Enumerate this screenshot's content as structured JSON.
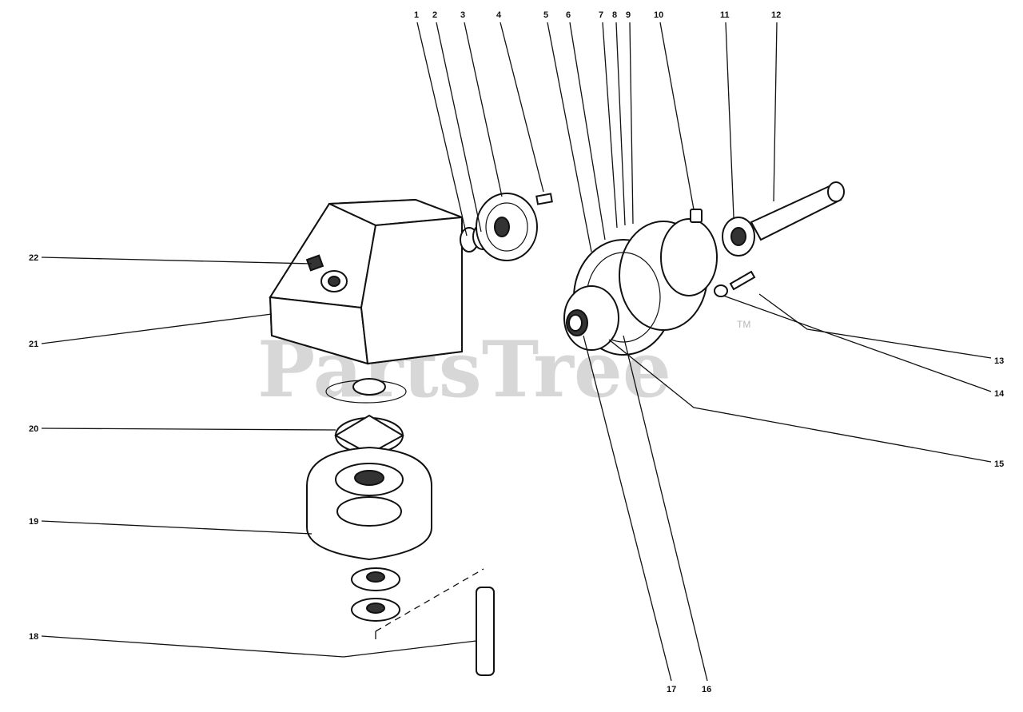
{
  "watermark": {
    "text": "PartsTree",
    "tm": "TM"
  },
  "callouts": [
    "1",
    "2",
    "3",
    "4",
    "5",
    "6",
    "7",
    "8",
    "9",
    "10",
    "11",
    "12",
    "13",
    "14",
    "15",
    "16",
    "17",
    "18",
    "19",
    "20",
    "21",
    "22"
  ]
}
